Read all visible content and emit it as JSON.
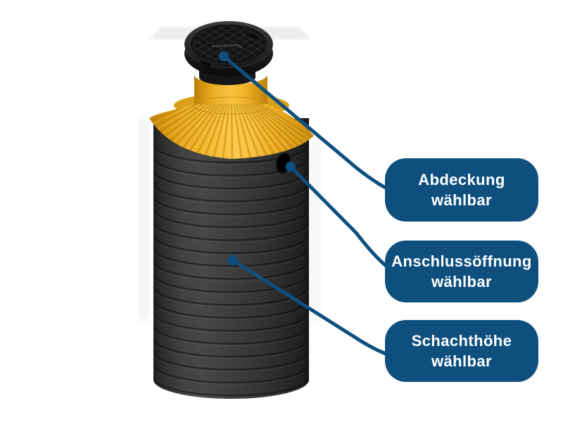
{
  "colors": {
    "accent_blue": "#0e4f7e",
    "cone_yellow": "#f2b32b",
    "body_gray": "#3a3a3a",
    "cover_black": "#1c1c1c",
    "backdrop_gray": "#ececec",
    "label_text": "#ffffff"
  },
  "callouts": [
    {
      "line1": "Abdeckung",
      "line2": "wählbar"
    },
    {
      "line1": "Anschlussöffnung",
      "line2": "wählbar"
    },
    {
      "line1": "Schachthöhe",
      "line2": "wählbar"
    }
  ]
}
